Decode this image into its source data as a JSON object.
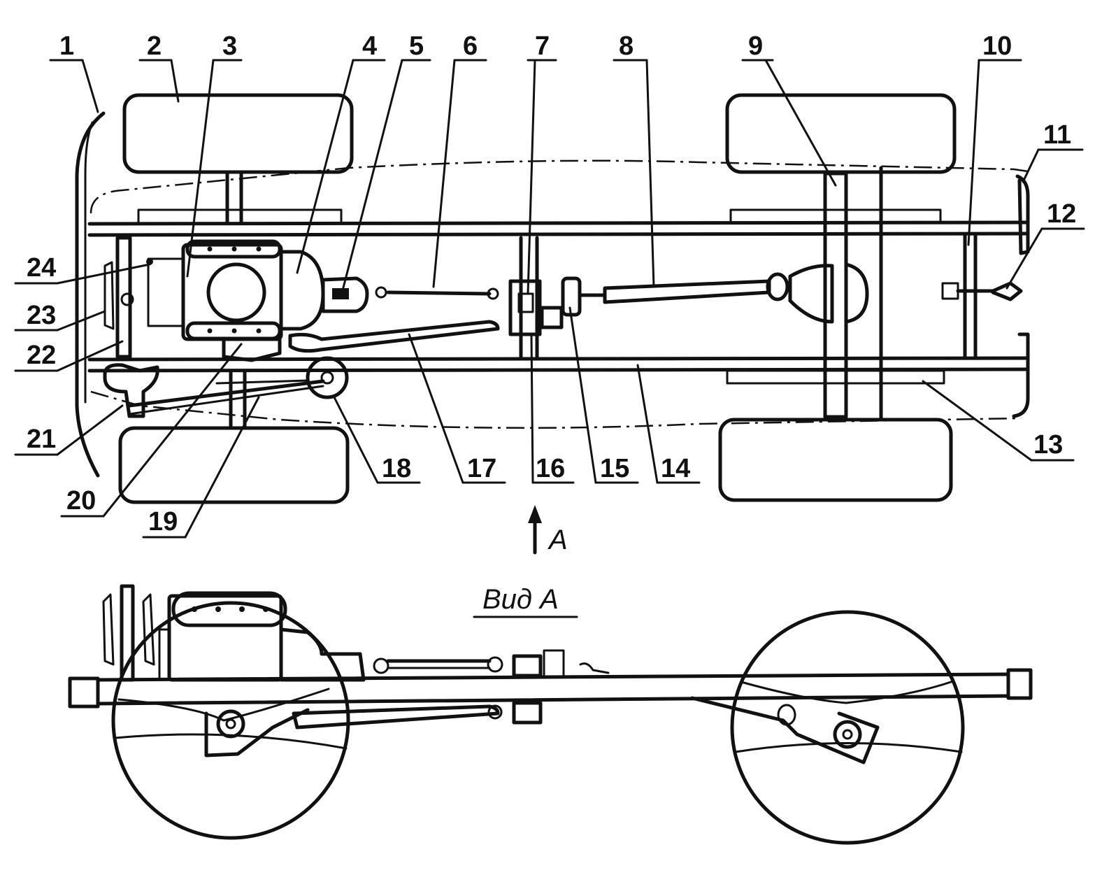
{
  "callouts": [
    {
      "label": "1"
    },
    {
      "label": "2"
    },
    {
      "label": "3"
    },
    {
      "label": "4"
    },
    {
      "label": "5"
    },
    {
      "label": "6"
    },
    {
      "label": "7"
    },
    {
      "label": "8"
    },
    {
      "label": "9"
    },
    {
      "label": "10"
    },
    {
      "label": "11"
    },
    {
      "label": "12"
    },
    {
      "label": "13"
    },
    {
      "label": "14"
    },
    {
      "label": "15"
    },
    {
      "label": "16"
    },
    {
      "label": "17"
    },
    {
      "label": "18"
    },
    {
      "label": "19"
    },
    {
      "label": "20"
    },
    {
      "label": "21"
    },
    {
      "label": "22"
    },
    {
      "label": "23"
    },
    {
      "label": "24"
    }
  ],
  "view_arrow": {
    "label": "A"
  },
  "side_view": {
    "title": "Вид А"
  }
}
